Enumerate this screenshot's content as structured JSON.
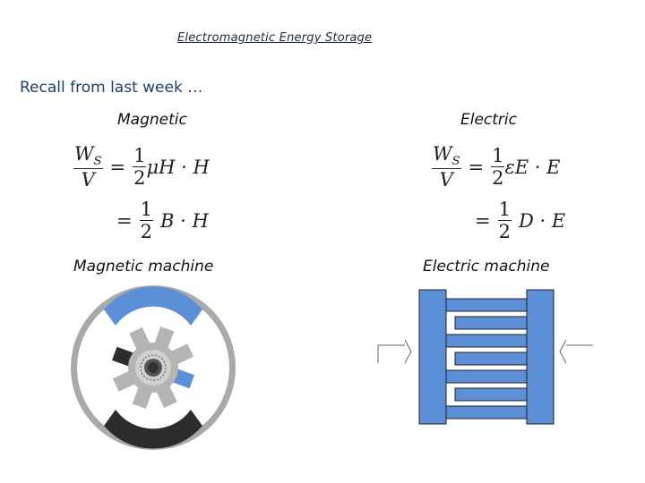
{
  "title": "Electromagnetic Energy Storage",
  "recall": "Recall from last week …",
  "magnetic": {
    "heading": "Magnetic",
    "machine_label": "Magnetic machine",
    "eq1": {
      "lhs_num": "W",
      "lhs_sub": "S",
      "lhs_den": "V",
      "eq": "=",
      "coef_num": "1",
      "coef_den": "2",
      "rhs": "μH · H"
    },
    "eq2": {
      "eq": "=",
      "coef_num": "1",
      "coef_den": "2",
      "rhs": "B · H"
    }
  },
  "electric": {
    "heading": "Electric",
    "machine_label": "Electric machine",
    "eq1": {
      "lhs_num": "W",
      "lhs_sub": "S",
      "lhs_den": "V",
      "eq": "=",
      "coef_num": "1",
      "coef_den": "2",
      "rhs": "εE · E"
    },
    "eq2": {
      "eq": "=",
      "coef_num": "1",
      "coef_den": "2",
      "rhs": "D · E"
    }
  },
  "colors": {
    "blue": "#5b8fd6",
    "dark": "#2c2c2c",
    "gray": "#b4b4b4",
    "ring": "#a9a9a9"
  },
  "icons": [
    "motor-cross-section-icon",
    "capacitor-comb-icon",
    "arrow-left-icon",
    "arrow-right-icon"
  ]
}
